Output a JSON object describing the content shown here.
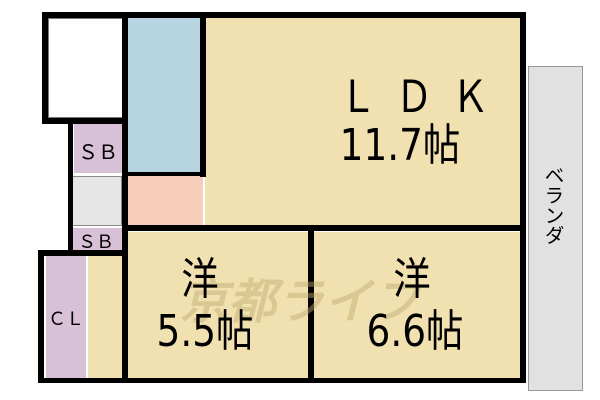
{
  "floorplan": {
    "rooms": {
      "ldk": {
        "name": "ＬＤＫ",
        "size": "11.7帖",
        "color": "#f1e0b0"
      },
      "western1": {
        "name": "洋",
        "size": "5.5帖",
        "color": "#f1e0b0"
      },
      "western2": {
        "name": "洋",
        "size": "6.6帖",
        "color": "#f1e0b0"
      },
      "storage_sb_upper": {
        "name": "ＳＢ",
        "color": "#d8c1d6"
      },
      "storage_sb_lower": {
        "name": "ＳＢ",
        "color": "#d8c1d6"
      },
      "closet": {
        "name": "ＣＬ",
        "color": "#d8c1d6"
      },
      "balcony": {
        "name": "ベランダ",
        "color": "#e1e1e1"
      },
      "washroom": {
        "color": "#b7d4e3"
      },
      "entrance_hall": {
        "color": "#f6cebb"
      },
      "bath": {
        "color": "#ffffff"
      }
    },
    "watermark": "京都ライフ",
    "colors": {
      "wall": "#000000",
      "floor": "#f1e0b0"
    }
  }
}
